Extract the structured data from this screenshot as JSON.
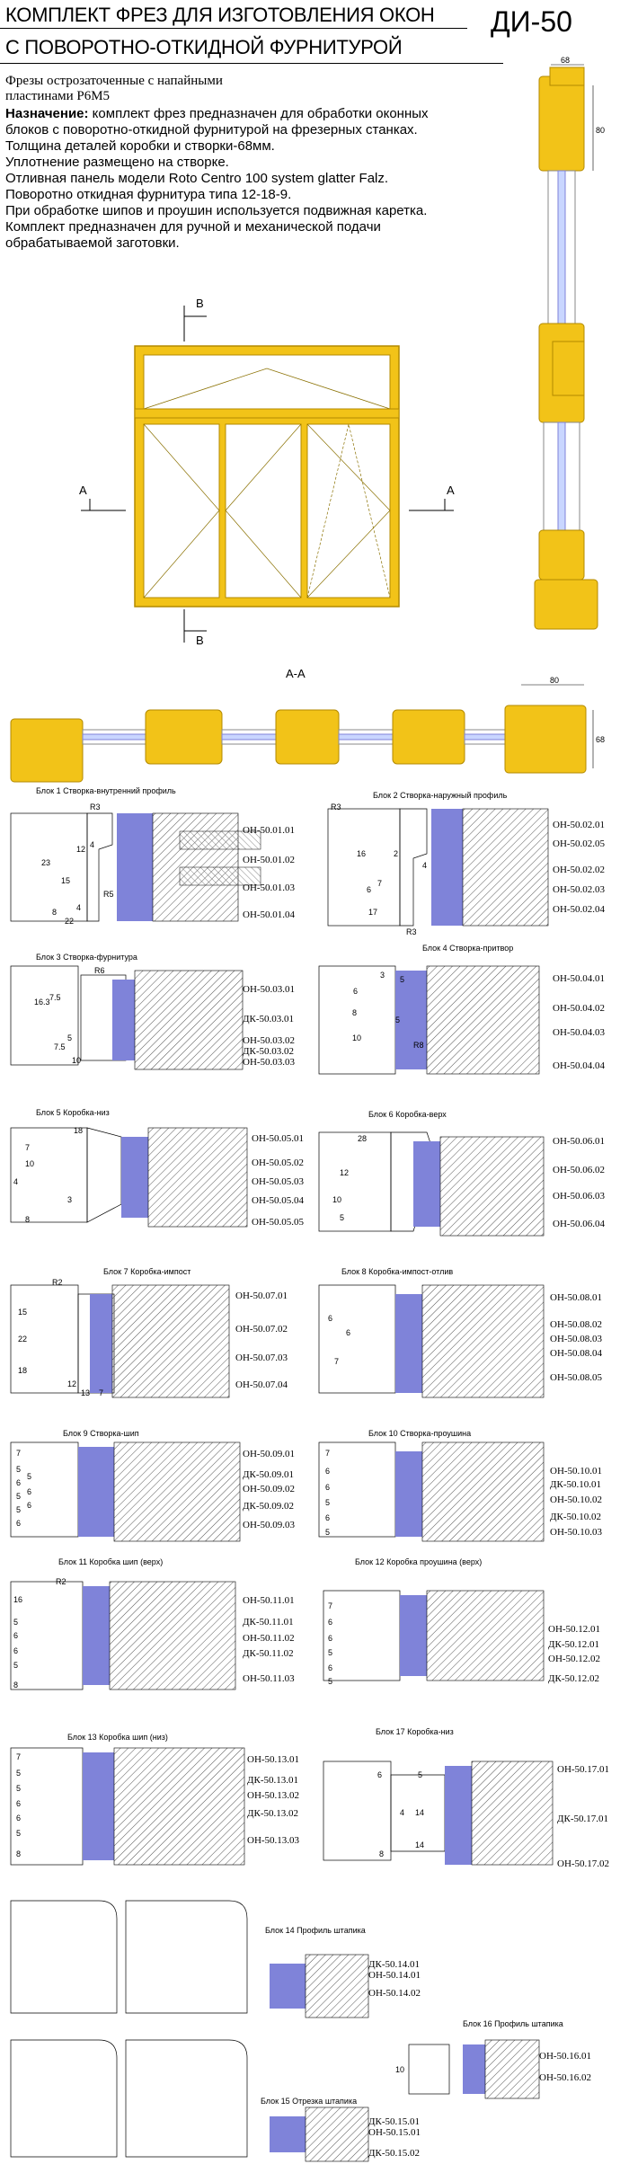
{
  "header": {
    "title_line1": "КОМПЛЕКТ ФРЕЗ ДЛЯ ИЗГОТОВЛЕНИЯ ОКОН",
    "title_line2": "С ПОВОРОТНО-ОТКИДНОЙ ФУРНИТУРОЙ",
    "code": "ДИ-50",
    "subtitle_line1": "Фрезы острозаточенные с напайными",
    "subtitle_line2": "пластинами Р6М5"
  },
  "description": {
    "heading": "Назначение:",
    "line1": " комплект фрез предназначен для обработки оконных",
    "line2": "блоков с поворотно-откидной фурнитурой на фрезерных станках.",
    "line3": "Толщина деталей коробки и створки-68мм.",
    "line4": "Уплотнение размещено на створке.",
    "line5": "Отливная панель модели Roto Centro 100 system glatter Falz.",
    "line6": "Поворотно откидная фурнитура типа 12-18-9.",
    "line7": "При обработке шипов и проушин используется подвижная каретка.",
    "line8": "Комплект предназначен для ручной и механической подачи",
    "line9": "обрабатываемой заготовки."
  },
  "drawing": {
    "section_b_top": "B",
    "section_b_bottom": "B",
    "section_a_left": "A",
    "section_a_right": "A",
    "section_aa": "A-A",
    "dim_68_top": "68",
    "dim_80_side": "80",
    "dim_80_aa": "80",
    "dim_68_aa": "68"
  },
  "colors": {
    "wood": "#f2c318",
    "wood_stroke": "#b38a00",
    "glass": "#c9d6ff",
    "cutter": "#7f83d9",
    "hatch": "#555555"
  },
  "blocks": [
    {
      "id": "b1",
      "title": "Блок 1  Створка-внутренний профиль",
      "parts": [
        "ОН-50.01.01",
        "ОН-50.01.02",
        "ОН-50.01.03",
        "ОН-50.01.04"
      ]
    },
    {
      "id": "b2",
      "title": "Блок 2  Створка-наружный профиль",
      "parts": [
        "ОН-50.02.01",
        "ОН-50.02.05",
        "ОН-50.02.02",
        "ОН-50.02.03",
        "ОН-50.02.04"
      ]
    },
    {
      "id": "b3",
      "title": "Блок 3  Створка-фурнитура",
      "parts": [
        "ОН-50.03.01",
        "ДК-50.03.01",
        "ОН-50.03.02",
        "ДК-50.03.02",
        "ОН-50.03.03"
      ]
    },
    {
      "id": "b4",
      "title": "Блок 4  Створка-притвор",
      "parts": [
        "ОН-50.04.01",
        "ОН-50.04.02",
        "ОН-50.04.03",
        "ОН-50.04.04"
      ]
    },
    {
      "id": "b5",
      "title": "Блок 5  Коробка-низ",
      "parts": [
        "ОН-50.05.01",
        "ОН-50.05.02",
        "ОН-50.05.03",
        "ОН-50.05.04",
        "ОН-50.05.05"
      ]
    },
    {
      "id": "b6",
      "title": "Блок 6  Коробка-верх",
      "parts": [
        "ОН-50.06.01",
        "ОН-50.06.02",
        "ОН-50.06.03",
        "ОН-50.06.04"
      ]
    },
    {
      "id": "b7",
      "title": "Блок 7  Коробка-импост",
      "parts": [
        "ОН-50.07.01",
        "ОН-50.07.02",
        "ОН-50.07.03",
        "ОН-50.07.04"
      ]
    },
    {
      "id": "b8",
      "title": "Блок 8  Коробка-импост-отлив",
      "parts": [
        "ОН-50.08.01",
        "ОН-50.08.02",
        "ОН-50.08.03",
        "ОН-50.08.04",
        "ОН-50.08.05"
      ]
    },
    {
      "id": "b9",
      "title": "Блок 9  Створка-шип",
      "parts": [
        "ОН-50.09.01",
        "ДК-50.09.01",
        "ОН-50.09.02",
        "ДК-50.09.02",
        "ОН-50.09.03"
      ]
    },
    {
      "id": "b10",
      "title": "Блок 10  Створка-проушина",
      "parts": [
        "ОН-50.10.01",
        "ДК-50.10.01",
        "ОН-50.10.02",
        "ДК-50.10.02",
        "ОН-50.10.03"
      ]
    },
    {
      "id": "b11",
      "title": "Блок 11  Коробка шип (верх)",
      "parts": [
        "ОН-50.11.01",
        "ДК-50.11.01",
        "ОН-50.11.02",
        "ДК-50.11.02",
        "ОН-50.11.03"
      ]
    },
    {
      "id": "b12",
      "title": "Блок 12  Коробка проушина (верх)",
      "parts": [
        "ОН-50.12.01",
        "ДК-50.12.01",
        "ОН-50.12.02",
        "ДК-50.12.02"
      ]
    },
    {
      "id": "b13",
      "title": "Блок 13  Коробка шип (низ)",
      "parts": [
        "ОН-50.13.01",
        "ДК-50.13.01",
        "ОН-50.13.02",
        "ДК-50.13.02",
        "ОН-50.13.03"
      ]
    },
    {
      "id": "b17",
      "title": "Блок 17  Коробка-низ",
      "parts": [
        "ОН-50.17.01",
        "ДК-50.17.01",
        "ОН-50.17.02"
      ]
    },
    {
      "id": "b14",
      "title": "Блок 14  Профиль штапика",
      "parts": [
        "ДК-50.14.01",
        "ОН-50.14.01",
        "ОН-50.14.02"
      ]
    },
    {
      "id": "b16",
      "title": "Блок 16  Профиль штапика",
      "parts": [
        "ОН-50.16.01",
        "ОН-50.16.02"
      ]
    },
    {
      "id": "b15",
      "title": "Блок 15  Отрезка штапика",
      "parts": [
        "ДК-50.15.01",
        "ОН-50.15.01",
        "ДК-50.15.02"
      ]
    }
  ],
  "dims": {
    "b1": [
      "R3",
      "23",
      "15",
      "12",
      "4",
      "8",
      "R5",
      "22",
      "4"
    ],
    "b2": [
      "R3",
      "16",
      "2",
      "6",
      "4",
      "7",
      "17",
      "R3"
    ],
    "b3": [
      "R6",
      "16.3",
      "7.5",
      "5",
      "7.5",
      "10"
    ],
    "b4": [
      "3",
      "5",
      "6",
      "8",
      "5",
      "10",
      "R8"
    ],
    "b5": [
      "18",
      "4",
      "10",
      "3",
      "8",
      "7"
    ],
    "b6": [
      "28",
      "12",
      "10",
      "5"
    ],
    "b7": [
      "R2",
      "15",
      "22",
      "18",
      "12",
      "7",
      "13"
    ],
    "b8": [
      "6",
      "6",
      "7"
    ],
    "b9": [
      "7",
      "5",
      "6",
      "5",
      "5",
      "6",
      "5",
      "6",
      "6"
    ],
    "b10": [
      "7",
      "6",
      "6",
      "5",
      "6",
      "5"
    ],
    "b11": [
      "R2",
      "16",
      "5",
      "6",
      "6",
      "5",
      "8"
    ],
    "b12": [
      "7",
      "6",
      "6",
      "5",
      "6",
      "5"
    ],
    "b13": [
      "7",
      "5",
      "5",
      "6",
      "6",
      "5",
      "8"
    ],
    "b17": [
      "6",
      "5",
      "4",
      "14",
      "14",
      "8"
    ],
    "b16": [
      "10"
    ]
  }
}
